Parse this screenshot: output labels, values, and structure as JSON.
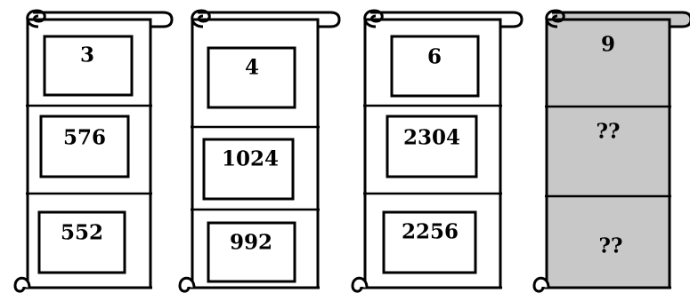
{
  "colors": {
    "ink": "#000000",
    "paper": "#ffffff",
    "shaded_scroll": "#c8c8c8"
  },
  "scrolls": [
    {
      "top": "3",
      "middle": "576",
      "bottom": "552",
      "shaded": false
    },
    {
      "top": "4",
      "middle": "1024",
      "bottom": "992",
      "shaded": false
    },
    {
      "top": "6",
      "middle": "2304",
      "bottom": "2256",
      "shaded": false
    },
    {
      "top": "9",
      "middle": "??",
      "bottom": "??",
      "shaded": true
    }
  ]
}
